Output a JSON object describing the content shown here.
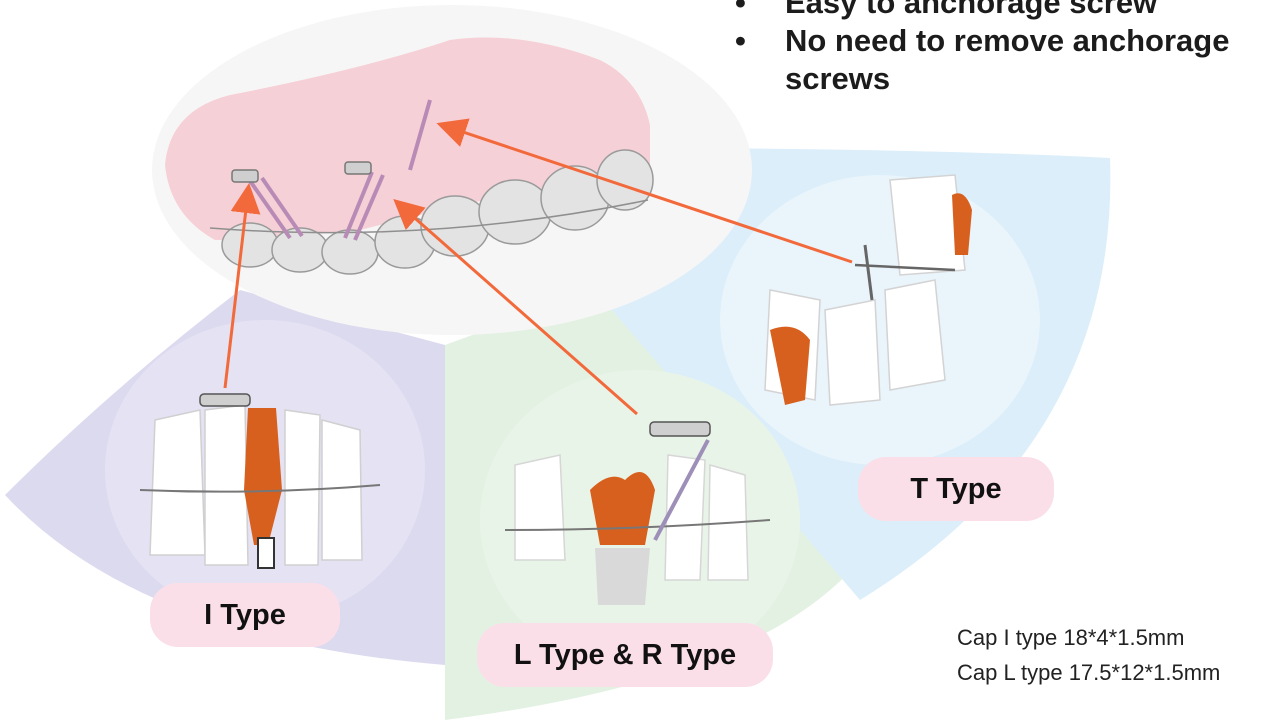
{
  "bullets": [
    "Easy to anchorage screw",
    "No need to remove anchorage screws"
  ],
  "bullet_line_2b": "screws",
  "bullet_line_2a": "No need to remove anchorage",
  "bullet_line_0": "",
  "labels": {
    "i_type": "I Type",
    "l_r_type": "L Type & R Type",
    "t_type": "T Type"
  },
  "specs": [
    "Cap I type 18*4*1.5mm",
    "Cap L type 17.5*12*1.5mm"
  ],
  "colors": {
    "arrow": "#f26a3c",
    "tooth_accent": "#d8601f",
    "sector_purple": "#dcdaef",
    "sector_green": "#e3f1e3",
    "sector_blue": "#dbeefa",
    "label_pink": "#fbdfe8",
    "aligner_pink": "#f6c9d1"
  }
}
